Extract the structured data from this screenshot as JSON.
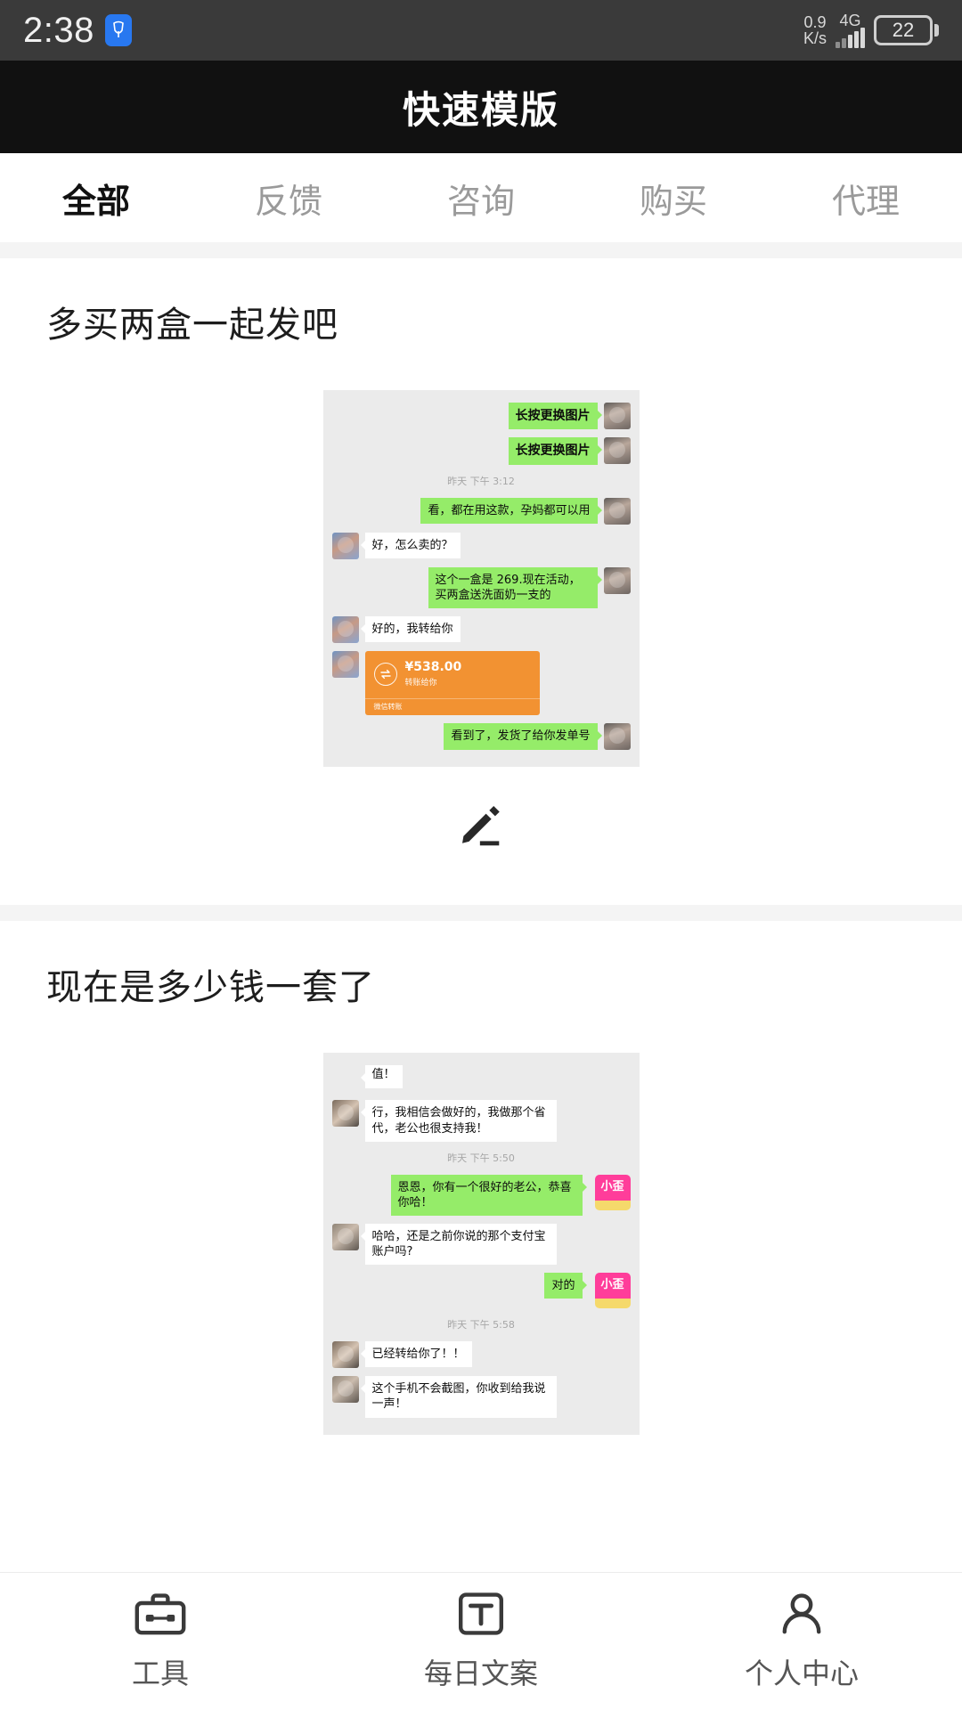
{
  "status_bar": {
    "clock": "2:38",
    "app_icon": "app-badge-icon",
    "net_speed_value": "0.9",
    "net_speed_unit": "K/s",
    "network": "4G",
    "battery": "22"
  },
  "header": {
    "title": "快速模版"
  },
  "tabs": [
    {
      "label": "全部",
      "active": true
    },
    {
      "label": "反馈",
      "active": false
    },
    {
      "label": "咨询",
      "active": false
    },
    {
      "label": "购买",
      "active": false
    },
    {
      "label": "代理",
      "active": false
    }
  ],
  "cards": [
    {
      "title": "多买两盒一起发吧",
      "edit_icon": "pencil-icon",
      "chat": {
        "timestamp": "昨天 下午 3:12",
        "messages": [
          {
            "side": "right",
            "type": "text",
            "bold": true,
            "text": "长按更换图片"
          },
          {
            "side": "right",
            "type": "text",
            "bold": true,
            "text": "长按更换图片"
          },
          {
            "side": "time",
            "type": "time",
            "text": "昨天 下午 3:12"
          },
          {
            "side": "right",
            "type": "text",
            "bold": false,
            "text": "看，都在用这款，孕妈都可以用"
          },
          {
            "side": "left",
            "type": "text",
            "bold": false,
            "text": "好，怎么卖的？"
          },
          {
            "side": "right",
            "type": "text",
            "bold": false,
            "text": "这个一盒是 269.现在活动，买两盒送洗面奶一支的"
          },
          {
            "side": "left",
            "type": "text",
            "bold": false,
            "text": "好的，我转给你"
          },
          {
            "side": "left",
            "type": "transfer",
            "amount": "¥538.00",
            "sub": "转账给你",
            "footer": "微信转账"
          },
          {
            "side": "right",
            "type": "text",
            "bold": false,
            "text": "看到了，发货了给你发单号"
          }
        ]
      }
    },
    {
      "title": "现在是多少钱一套了",
      "edit_icon": "pencil-icon",
      "chat": {
        "messages": [
          {
            "side": "left",
            "type": "text",
            "bold": false,
            "text": "值！"
          },
          {
            "side": "left",
            "type": "text",
            "bold": false,
            "text": "行，我相信会做好的，我做那个省代，老公也很支持我！"
          },
          {
            "side": "time",
            "type": "time",
            "text": "昨天 下午 5:50"
          },
          {
            "side": "right",
            "type": "text",
            "bold": false,
            "text": "恩恩，你有一个很好的老公，恭喜你哈！",
            "sticker": "小歪"
          },
          {
            "side": "left",
            "type": "text",
            "bold": false,
            "text": "哈哈，还是之前你说的那个支付宝账户吗?"
          },
          {
            "side": "right",
            "type": "text",
            "bold": false,
            "text": "对的",
            "sticker": "小歪"
          },
          {
            "side": "time",
            "type": "time",
            "text": "昨天 下午 5:58"
          },
          {
            "side": "left",
            "type": "text",
            "bold": false,
            "text": "已经转给你了！！"
          },
          {
            "side": "left",
            "type": "text",
            "bold": false,
            "text": "这个手机不会截图，你收到给我说一声！"
          }
        ]
      }
    }
  ],
  "bottom_nav": [
    {
      "label": "工具",
      "icon": "toolbox-icon"
    },
    {
      "label": "每日文案",
      "icon": "text-template-icon"
    },
    {
      "label": "个人中心",
      "icon": "person-icon"
    }
  ],
  "colors": {
    "header_bg": "#111111",
    "status_bg": "#3a3a3a",
    "active_tab": "#111111",
    "inactive_tab": "#9a9a9a",
    "bubble_green": "#95ec69",
    "bubble_white": "#ffffff",
    "transfer_orange": "#f29232",
    "chat_bg": "#ebebeb",
    "sticker_pink": "#ff3d9a"
  }
}
